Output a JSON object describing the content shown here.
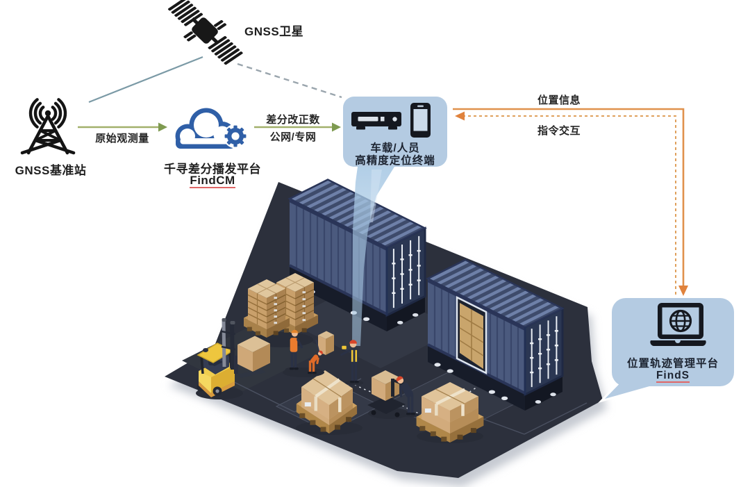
{
  "diagram": {
    "nodes": {
      "satellite": {
        "label": "GNSS卫星"
      },
      "base_station": {
        "label": "GNSS基准站"
      },
      "cloud_platform": {
        "label_line1": "千寻差分播发平台",
        "label_line2": "FindCM"
      },
      "terminal": {
        "label_line1": "车载/人员",
        "label_line2": "高精度定位终端"
      },
      "management_platform": {
        "label_line1": "位置轨迹管理平台",
        "label_line2": "FindS"
      }
    },
    "edges": {
      "raw_observation": {
        "label": "原始观测量"
      },
      "correction": {
        "label_line1": "差分改正数",
        "label_line2": "公网/专网"
      },
      "position_info": {
        "label": "位置信息"
      },
      "command_interaction": {
        "label": "指令交互"
      }
    },
    "colors": {
      "bubble_fill": "#b4cbe2",
      "cloud_blue": "#2f5fa7",
      "arrow_green": "#7e9a50",
      "arrow_orange": "#e0823c",
      "ground_dark": "#2c303c",
      "container_navy": "#4b5a7e",
      "box_tan": "#d9bd93",
      "forklift_yellow": "#e9c43f",
      "underline_red": "#e06666"
    }
  }
}
